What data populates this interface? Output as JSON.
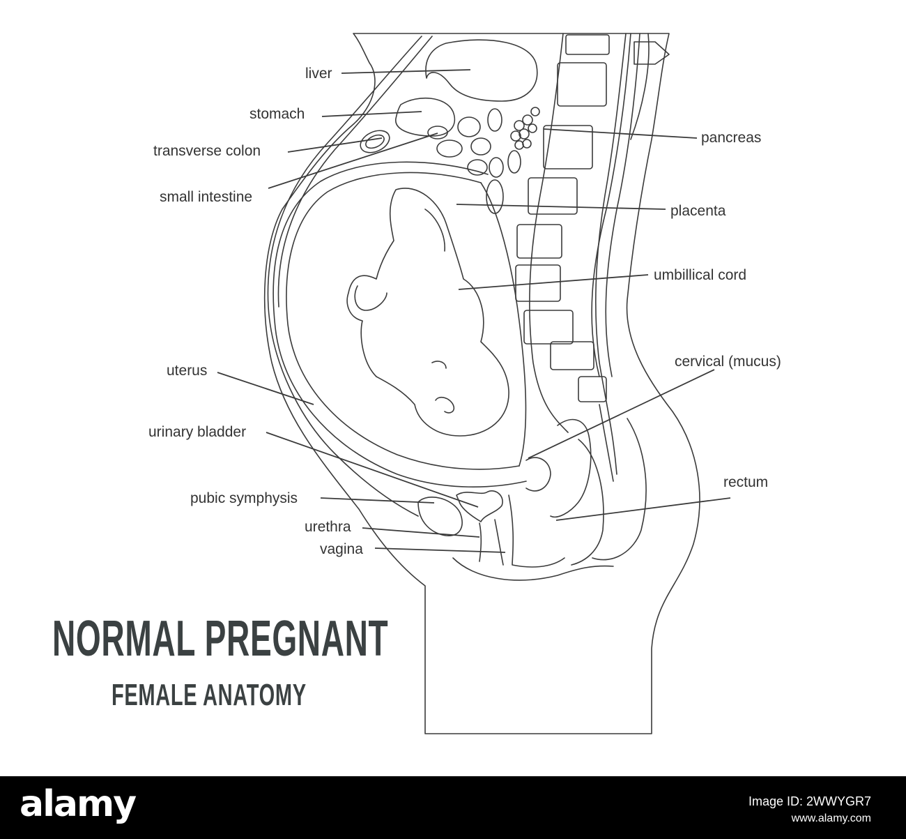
{
  "title": "NORMAL PREGNANT",
  "subtitle": "FEMALE ANATOMY",
  "labels": {
    "liver": "liver",
    "stomach": "stomach",
    "transverse_colon": "transverse colon",
    "small_intestine": "small intestine",
    "pancreas": "pancreas",
    "placenta": "placenta",
    "umbilical_cord": "umbillical cord",
    "cervical": "cervical (mucus)",
    "uterus": "uterus",
    "urinary_bladder": "urinary bladder",
    "pubic_symphysis": "pubic symphysis",
    "urethra": "urethra",
    "vagina": "vagina",
    "rectum": "rectum"
  },
  "footer": {
    "logo": "alamy",
    "image_id": "Image ID: 2WWYGR7",
    "url": "www.alamy.com"
  },
  "colors": {
    "line": "#3a3a3a",
    "title": "#3b4142",
    "footer_bg": "#000000"
  }
}
